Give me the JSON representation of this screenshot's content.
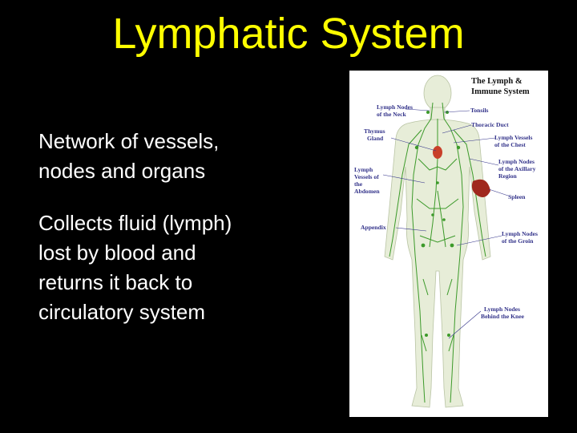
{
  "slide": {
    "title": "Lymphatic System",
    "bullets": [
      {
        "lines": [
          "Network of vessels,",
          "nodes and organs"
        ]
      },
      {
        "lines": [
          "Collects fluid (lymph)",
          "lost by blood and",
          "returns it back to",
          "circulatory system"
        ]
      }
    ]
  },
  "figure": {
    "title_lines": [
      "The Lymph &",
      "Immune System"
    ],
    "labels": {
      "lymph_nodes_neck": [
        "Lymph Nodes",
        "of the Neck"
      ],
      "tonsils": [
        "Tonsils"
      ],
      "thymus": [
        "Thymus",
        "Gland"
      ],
      "thoracic_duct": [
        "Thoracic Duct"
      ],
      "lymph_vessels_chest": [
        "Lymph Vessels",
        "of the Chest"
      ],
      "lymph_vessels_abdomen": [
        "Lymph",
        "Vessels of",
        "the",
        "Abdomen"
      ],
      "lymph_nodes_axillary": [
        "Lymph Nodes",
        "of the Axillary",
        "Region"
      ],
      "spleen": [
        "Spleen"
      ],
      "appendix": [
        "Appendix"
      ],
      "lymph_nodes_groin": [
        "Lymph Nodes",
        "of the Groin"
      ],
      "lymph_nodes_knee": [
        "Lymph Nodes",
        "Behind the Knee"
      ]
    },
    "colors": {
      "background": "#000000",
      "title": "#ffff00",
      "text": "#ffffff",
      "body_skin": "#e7edd8",
      "lymph_vessels": "#3c9a2a",
      "label_text": "#33338a",
      "spleen": "#a0281e"
    }
  }
}
